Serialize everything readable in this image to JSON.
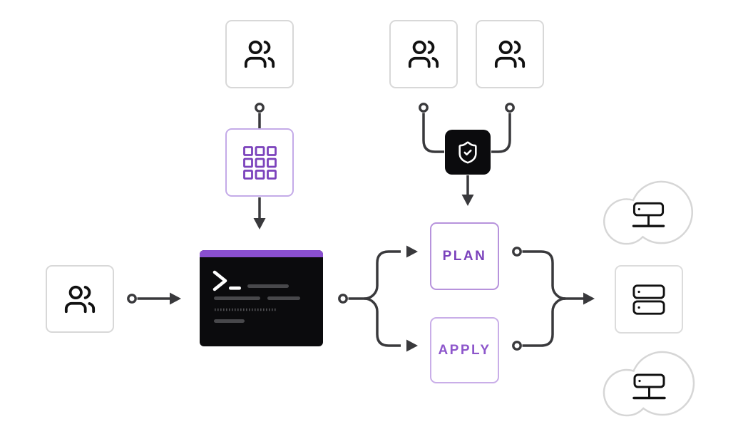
{
  "diagram": {
    "title": "infrastructure-provisioning-workflow",
    "stages": {
      "plan": {
        "label": "PLAN"
      },
      "apply": {
        "label": "APPLY"
      }
    },
    "nodes": {
      "module_contributor": {
        "icon": "users-icon"
      },
      "module_registry": {
        "icon": "module-grid-icon"
      },
      "operator": {
        "icon": "users-icon"
      },
      "terminal": {
        "icon": "terminal-prompt-icon"
      },
      "approver_1": {
        "icon": "users-icon"
      },
      "approver_2": {
        "icon": "users-icon"
      },
      "policy_gate": {
        "icon": "shield-check-icon"
      },
      "infrastructure": {
        "icon": "server-stack-icon"
      },
      "cloud_provider_top": {
        "icon": "cloud-host-icon"
      },
      "cloud_provider_bottom": {
        "icon": "cloud-host-icon"
      }
    },
    "colors": {
      "purple": "#7b42bc",
      "apply_text": "#8d56cb",
      "plan_border": "#b793dc",
      "apply_border": "#c9aee8",
      "module_border": "#c4abe8",
      "terminal_titlebar": "#8a4fd0",
      "terminal_bg": "#0b0b0d",
      "terminal_dim_text": "#48484b",
      "neutral_border": "#d8d8d8",
      "cloud_border": "#d6d6d6",
      "connector": "#39393c",
      "icon_ink": "#111111",
      "white": "#ffffff"
    }
  }
}
